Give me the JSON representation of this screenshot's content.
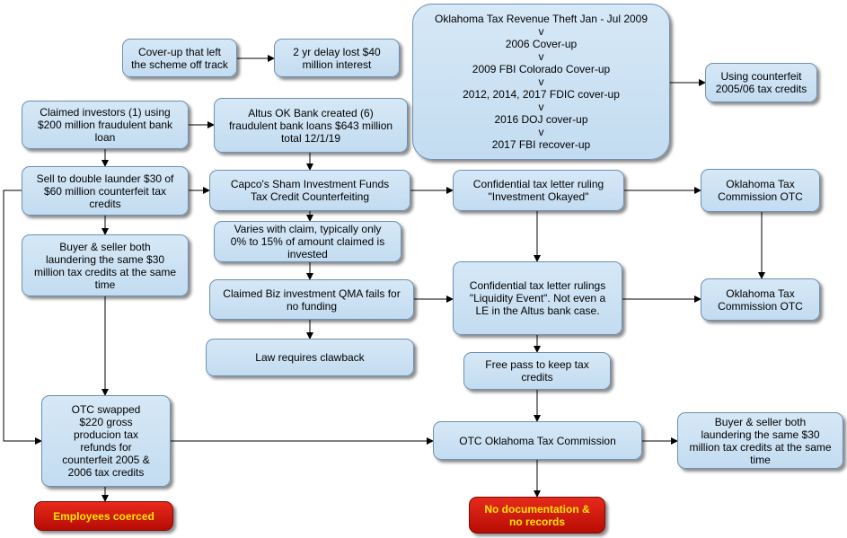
{
  "nodes": {
    "coverup_scheme": "Cover-up that left\nthe scheme off track",
    "delay_lost": "2 yr delay lost $40\nmillion interest",
    "theft_timeline": "Oklahoma Tax Revenue Theft Jan - Jul 2009\nv\n2006 Cover-up\nv\n2009 FBI Colorado  Cover-up\nv\n2012, 2014, 2017 FDIC cover-up\nv\n2016 DOJ cover-up\nv\n2017 FBI recover-up",
    "counterfeit_credits": "Using counterfeit\n2005/06 tax credits",
    "claimed_investors": "Claimed investors (1) using\n$200 million fraudulent bank\nloan",
    "altus_bank": "Altus OK Bank created (6)\nfraudulent bank loans $643 million\ntotal 12/1/19",
    "double_launder": "Sell to  double launder $30 of\n$60 million counterfeit tax\ncredits",
    "capco_funds": "Capco's Sham Investment Funds\nTax Credit Counterfeiting",
    "letter_okayed": "Confidential tax letter ruling\n\"Investment Okayed\"",
    "otc_top": "Oklahoma Tax\nCommission OTC",
    "buyer_seller_left": "Buyer & seller both\nlaundering the same $30\nmillion tax credits at the same\ntime",
    "varies_claim": "Varies with claim, typically only\n0% to 15% of amount claimed is\ninvested",
    "qma_fails": "Claimed Biz investment QMA fails for\nno funding",
    "letter_liquidity": "Confidential tax letter rulings\n\"Liquidity Event\".  Not even a\nLE in the Altus bank case.",
    "otc_mid": "Oklahoma Tax\nCommission OTC",
    "clawback": "Law requires clawback",
    "free_pass": "Free pass to keep tax\ncredits",
    "otc_swapped": "OTC swapped\n$220 gross\nproducion tax\nrefunds for\ncounterfeit 2005 &\n2006 tax credits",
    "otc_commission": "OTC Oklahoma Tax Commission",
    "buyer_seller_right": "Buyer & seller both\nlaundering the same $30\nmillion tax credits at the same\ntime",
    "employees_coerced": "Employees coerced",
    "no_documentation": "No documentation &\nno records"
  }
}
